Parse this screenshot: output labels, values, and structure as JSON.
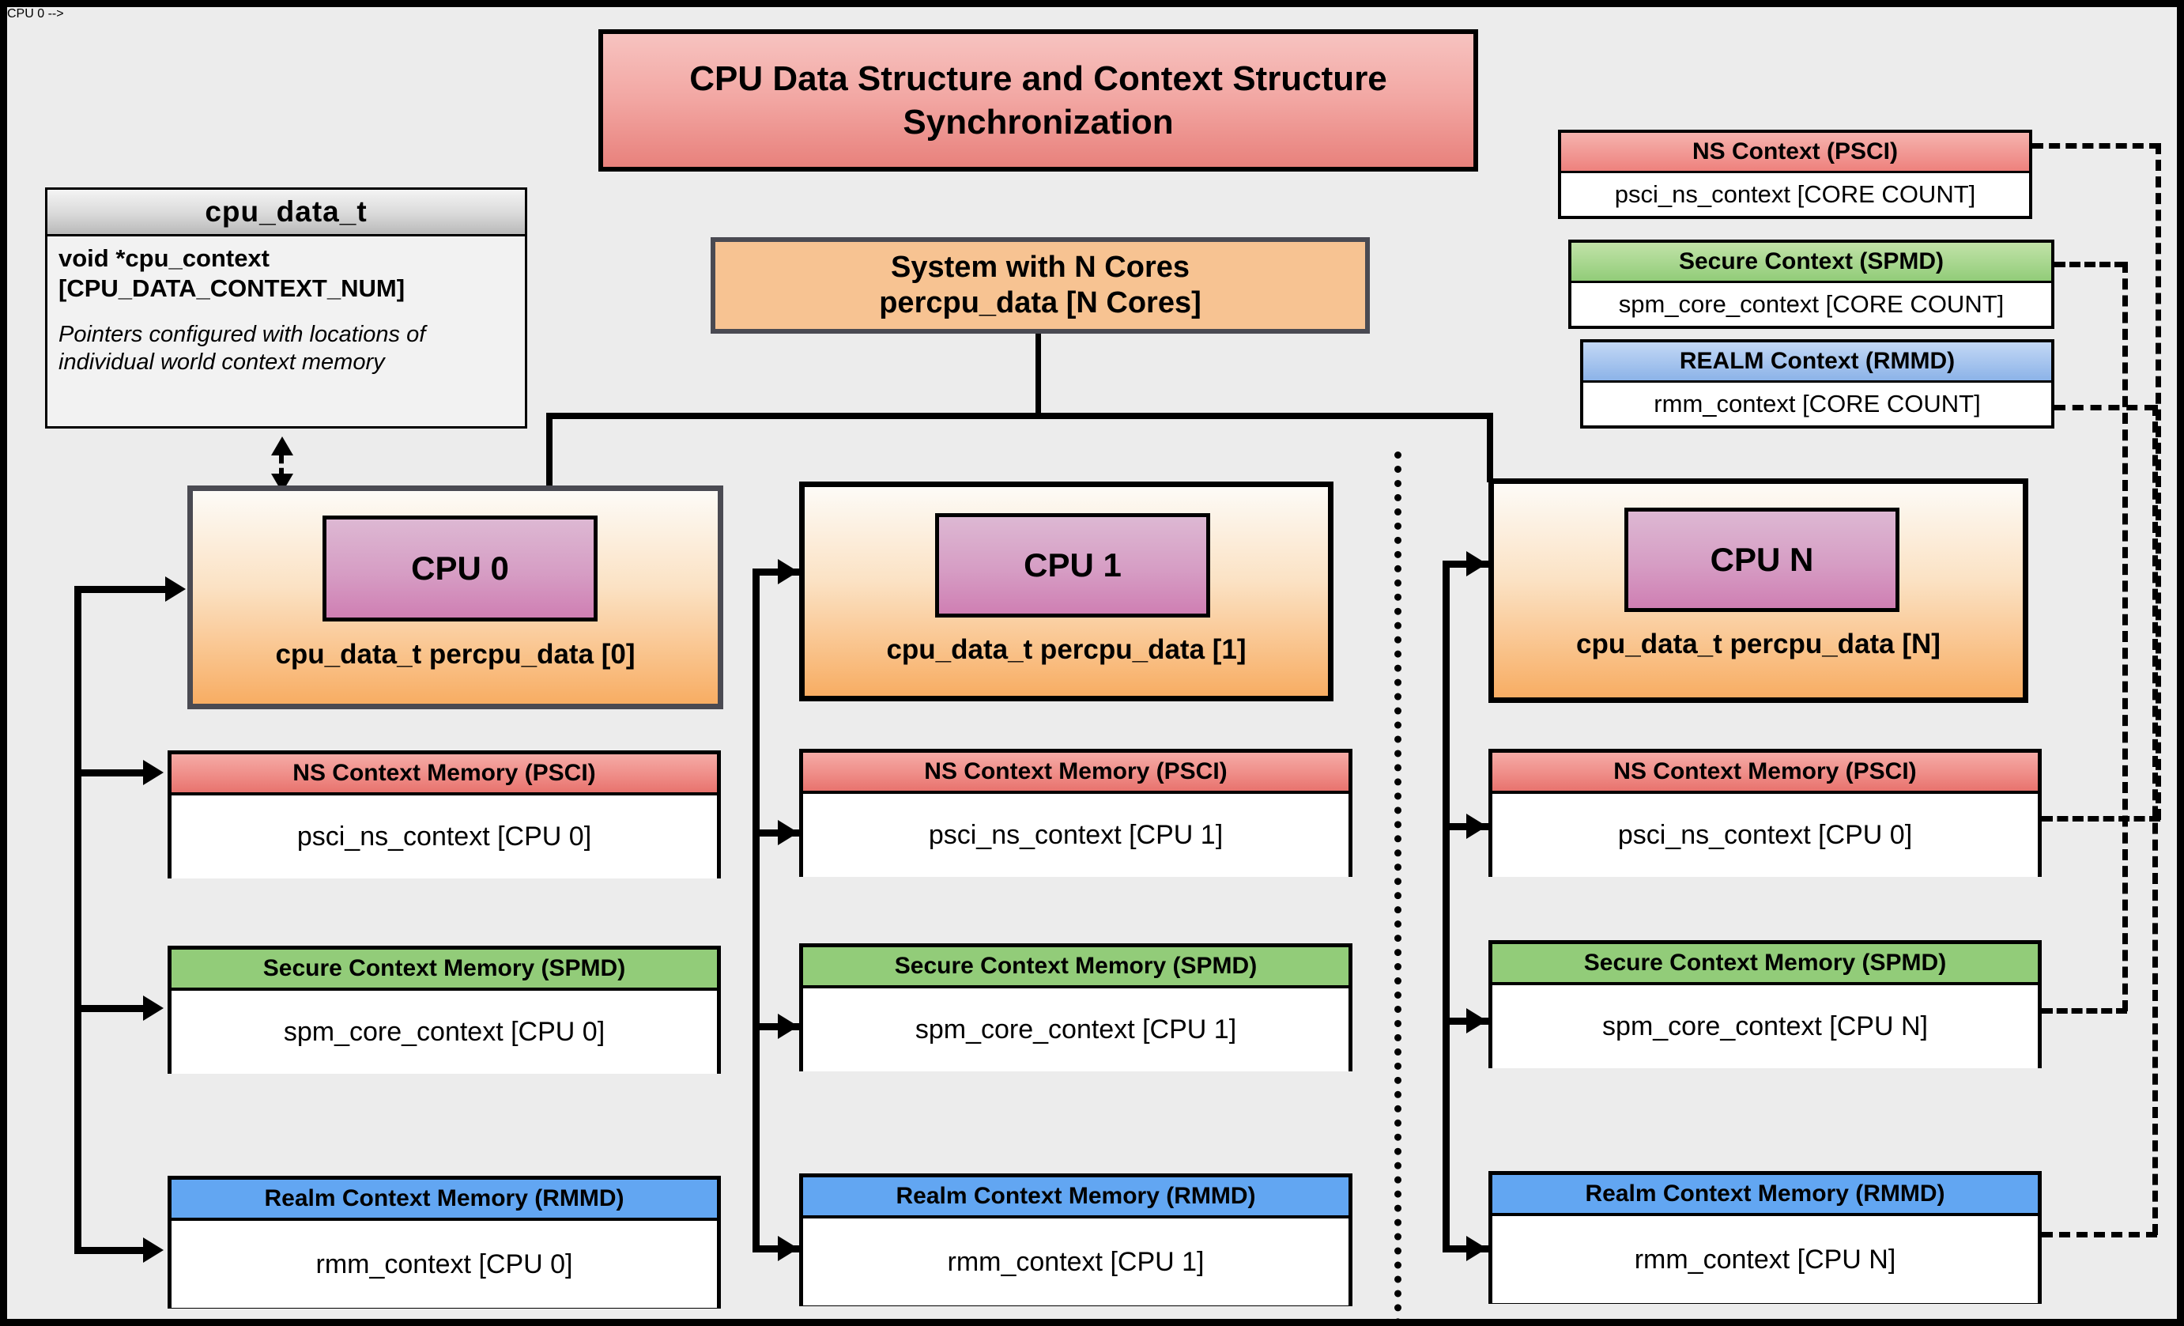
{
  "diagram": {
    "title": "CPU Data Structure and Context Structure Synchronization",
    "background_color": "#ececec",
    "frame_color": "#000000"
  },
  "colors": {
    "title_accent": "#e8817c",
    "ns_psci": "#ee817d",
    "secure_spmd": "#92cc79",
    "realm_rmmd": "#62a6f2",
    "cpu_fill": "#f8ad63",
    "cpu_chip": "#cf7fb3",
    "system_fill": "#f7c392",
    "struct_header": "#b9b9b9"
  },
  "struct": {
    "name": "cpu_data_t",
    "field": "void  *cpu_context",
    "field_index": "[CPU_DATA_CONTEXT_NUM]",
    "note": "Pointers configured with locations of individual world context memory"
  },
  "system": {
    "line1": "System with N Cores",
    "line2": "percpu_data [N Cores]"
  },
  "legend": [
    {
      "id": "ns",
      "header": "NS Context  (PSCI)",
      "body": "psci_ns_context [CORE COUNT]"
    },
    {
      "id": "sec",
      "header": "Secure Context (SPMD)",
      "body": "spm_core_context [CORE COUNT]"
    },
    {
      "id": "realm",
      "header": "REALM Context (RMMD)",
      "body": "rmm_context [CORE COUNT]"
    }
  ],
  "cpus": [
    {
      "chip": "CPU 0",
      "caption": "cpu_data_t percpu_data [0]",
      "contexts": [
        {
          "kind": "ns",
          "header": "NS Context Memory (PSCI)",
          "body": "psci_ns_context [CPU 0]"
        },
        {
          "kind": "sec",
          "header": "Secure Context Memory (SPMD)",
          "body": "spm_core_context [CPU 0]"
        },
        {
          "kind": "realm",
          "header": "Realm Context Memory (RMMD)",
          "body": "rmm_context [CPU 0]"
        }
      ]
    },
    {
      "chip": "CPU 1",
      "caption": "cpu_data_t percpu_data [1]",
      "contexts": [
        {
          "kind": "ns",
          "header": "NS Context Memory (PSCI)",
          "body": "psci_ns_context [CPU 1]"
        },
        {
          "kind": "sec",
          "header": "Secure Context Memory (SPMD)",
          "body": "spm_core_context [CPU 1]"
        },
        {
          "kind": "realm",
          "header": "Realm Context Memory (RMMD)",
          "body": "rmm_context [CPU 1]"
        }
      ]
    },
    {
      "chip": "CPU N",
      "caption": "cpu_data_t percpu_data [N]",
      "contexts": [
        {
          "kind": "ns",
          "header": "NS Context Memory (PSCI)",
          "body": "psci_ns_context [CPU 0]"
        },
        {
          "kind": "sec",
          "header": "Secure Context Memory (SPMD)",
          "body": "spm_core_context [CPU N]"
        },
        {
          "kind": "realm",
          "header": "Realm Context Memory (RMMD)",
          "body": "rmm_context [CPU N]"
        }
      ]
    }
  ]
}
